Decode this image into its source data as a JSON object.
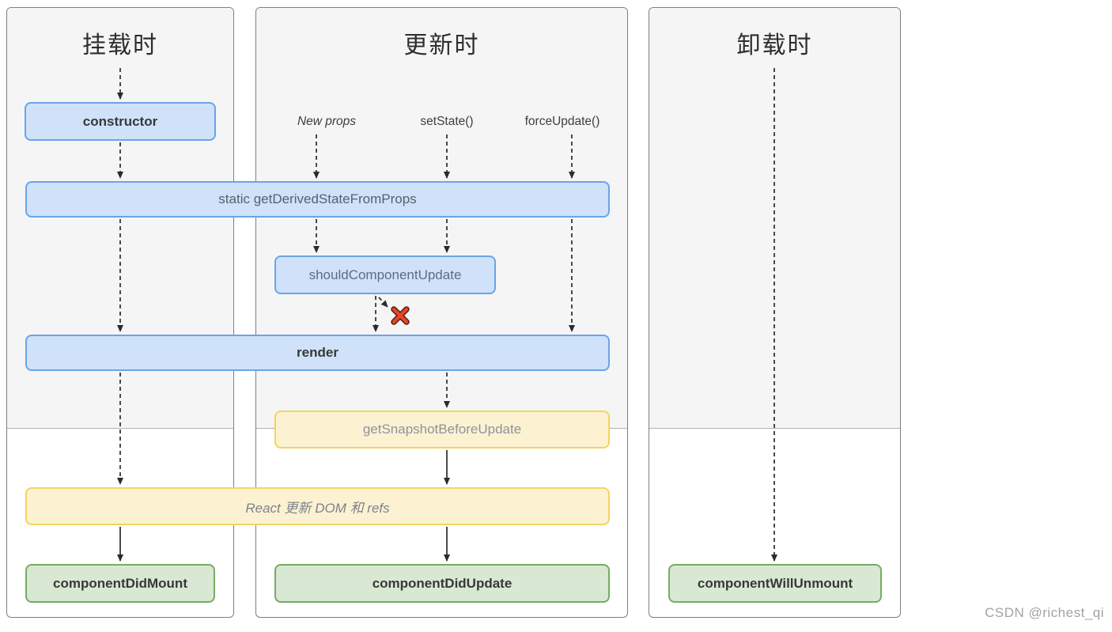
{
  "columns": [
    {
      "title": "挂载时"
    },
    {
      "title": "更新时"
    },
    {
      "title": "卸载时"
    }
  ],
  "triggers": {
    "new_props": "New props",
    "set_state": "setState()",
    "force_update": "forceUpdate()"
  },
  "nodes": {
    "constructor": "constructor",
    "get_derived": "static getDerivedStateFromProps",
    "should_update": "shouldComponentUpdate",
    "render": "render",
    "get_snapshot": "getSnapshotBeforeUpdate",
    "react_updates": "React 更新 DOM 和 refs",
    "did_mount": "componentDidMount",
    "did_update": "componentDidUpdate",
    "will_unmount": "componentWillUnmount"
  },
  "watermark": "CSDN @richest_qi",
  "colors": {
    "blue_fill": "#cfe2f9",
    "blue_border": "#6aa4e8",
    "yellow_fill": "#fcf2d2",
    "yellow_border": "#f6d35e",
    "green_fill": "#d8e8d2",
    "green_border": "#77ac62",
    "phase_band": "#f5f5f6",
    "cancel_x": "#e8442a",
    "arrow": "#2b2b2b"
  }
}
